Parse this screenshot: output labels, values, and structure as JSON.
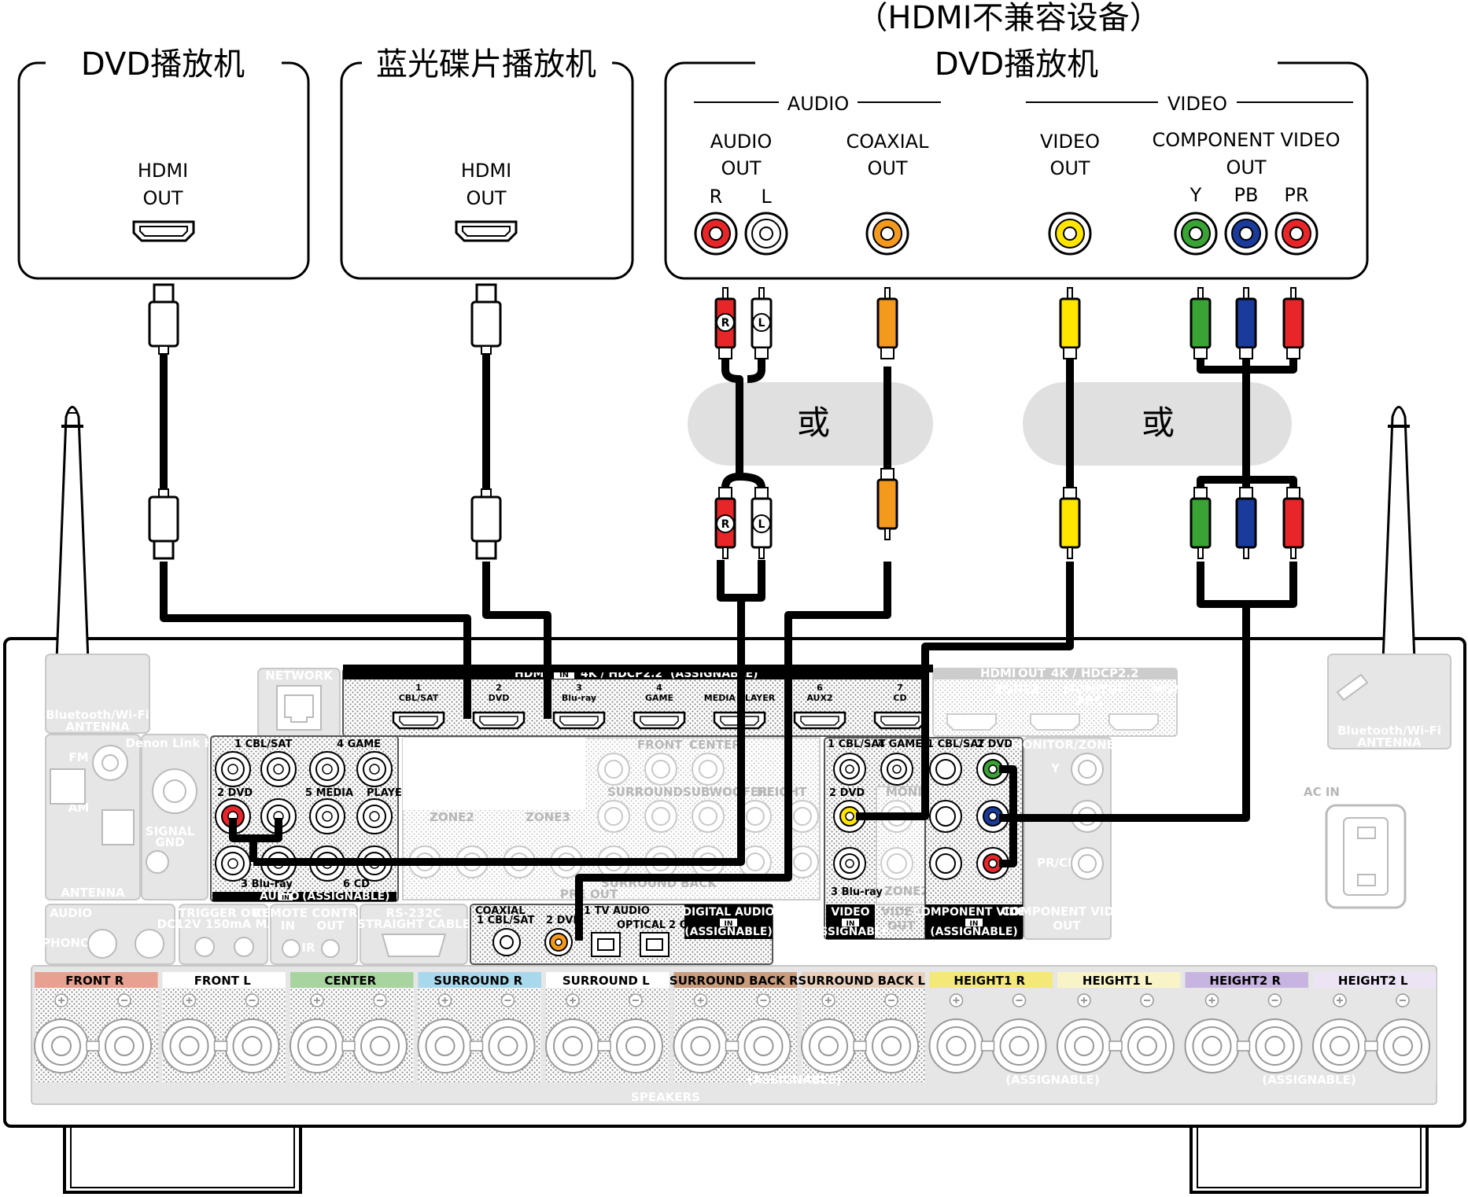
{
  "devices": {
    "dvd1": {
      "title": "DVD播放机",
      "port_label_1": "HDMI",
      "port_label_2": "OUT"
    },
    "bluray": {
      "title": "蓝光碟片播放机",
      "port_label_1": "HDMI",
      "port_label_2": "OUT"
    },
    "dvd_legacy": {
      "title_line1": "（HDMI不兼容设备）",
      "title_line2": "DVD播放机",
      "audio_section": "AUDIO",
      "video_section": "VIDEO",
      "audio_out_1": "AUDIO",
      "audio_out_2": "OUT",
      "coaxial_1": "COAXIAL",
      "coaxial_2": "OUT",
      "video_out_1": "VIDEO",
      "video_out_2": "OUT",
      "component_1": "COMPONENT VIDEO",
      "component_2": "OUT",
      "ch_r": "R",
      "ch_l": "L",
      "comp_y": "Y",
      "comp_pb": "PB",
      "comp_pr": "PR"
    }
  },
  "or_label": "或",
  "plug_marks": {
    "r": "R",
    "l": "L"
  },
  "receiver": {
    "hdmi_in_header": "HDMI",
    "hdmi_in_badge": "IN",
    "hdmi_in_spec": "4K / HDCP2.2",
    "assignable": "(ASSIGNABLE)",
    "hdmi_inputs": [
      {
        "num": "1",
        "name": "CBL/SAT"
      },
      {
        "num": "2",
        "name": "DVD"
      },
      {
        "num": "3",
        "name": "Blu-ray"
      },
      {
        "num": "4",
        "name": "GAME"
      },
      {
        "num": "5",
        "name": "MEDIA PLAYER"
      },
      {
        "num": "6",
        "name": "AUX2"
      },
      {
        "num": "7",
        "name": "CD"
      }
    ],
    "hdmi_out_header": "HDMI",
    "hdmi_out_badge": "OUT",
    "hdmi_out_spec": "4K / HDCP2.2",
    "hdmi_out_zone2": "ZONE2",
    "hdmi_out_monitor": "MONITOR",
    "hdmi_out_arc": "ARC",
    "network": "NETWORK",
    "bt_antenna_1": "Bluetooth/Wi-Fi",
    "bt_antenna_2": "ANTENNA",
    "antenna": "ANTENNA",
    "fm": "FM",
    "am": "AM",
    "denon_link": "Denon Link HD",
    "signal_gnd_1": "SIGNAL",
    "signal_gnd_2": "GND",
    "audio_in_title": "AUDIO",
    "audio_in_badge": "IN",
    "audio_in_r1": "1 CBL/SAT",
    "audio_in_r2": "4 GAME",
    "audio_in_dvd": "2 DVD",
    "audio_in_media": "5 MEDIA",
    "audio_in_player": "PLAYER",
    "audio_in_bluray": "3 Blu-ray",
    "audio_in_cd": "6 CD",
    "phono_title": "AUDIO",
    "phono": "PHONO",
    "trigger_out": "TRIGGER OUT",
    "trigger_spec": "DC12V 150mA MAX.",
    "remote_control": "REMOTE CONTROL",
    "remote_in": "IN",
    "remote_out": "OUT",
    "remote_ir": "IR",
    "rs232c": "RS-232C",
    "straight_cable": "STRAIGHT CABLE",
    "preout_front": "FRONT",
    "preout_center": "CENTER",
    "preout_surround": "SURROUND",
    "preout_subwoofer": "SUBWOOFER",
    "preout_height": "HEIGHT",
    "preout_zone2": "ZONE2",
    "preout_zone3": "ZONE3",
    "preout_surround_back": "SURROUND BACK",
    "preout_label": "PRE OUT",
    "digital_coaxial": "COAXIAL",
    "digital_cblsat": "1 CBL/SAT",
    "digital_dvd": "2 DVD",
    "digital_tv": "1 TV AUDIO",
    "digital_optical": "OPTICAL",
    "digital_cd": "2 CD",
    "digital_audio": "DIGITAL AUDIO",
    "digital_in": "IN",
    "video_in_cblsat": "1 CBL/SAT",
    "video_in_game": "4 GAME",
    "video_in_dvd": "2 DVD",
    "video_in_bluray": "3 Blu-ray",
    "video_in_title": "VIDEO",
    "video_in_badge": "IN",
    "video_monitor": "MONITOR",
    "video_zone2": "ZONE2",
    "video_out_title": "VIDEO",
    "video_out_badge": "OUT",
    "comp_in_cblsat": "1 CBL/SAT",
    "comp_in_dvd": "2 DVD",
    "comp_in_title": "COMPONENT VIDEO",
    "comp_in_badge": "IN",
    "comp_out_header": "MONITOR/ZONE2",
    "comp_out_y": "Y",
    "comp_out_pr": "PR/CR",
    "comp_out_title": "COMPONENT VIDEO",
    "comp_out_badge": "OUT",
    "ac_in": "AC IN",
    "speakers": "SPEAKERS",
    "speaker_labels": [
      {
        "text": "FRONT",
        "ch": "R",
        "color": "#e8a090"
      },
      {
        "text": "FRONT",
        "ch": "L",
        "color": "#ffffff"
      },
      {
        "text": "CENTER",
        "ch": "",
        "color": "#a8d4a0"
      },
      {
        "text": "SURROUND",
        "ch": "R",
        "color": "#a8d8ec"
      },
      {
        "text": "SURROUND",
        "ch": "L",
        "color": "#ffffff"
      },
      {
        "text": "SURROUND BACK",
        "ch": "R",
        "color": "#c89c7c"
      },
      {
        "text": "SURROUND BACK",
        "ch": "L",
        "color": "#e8d0bc"
      },
      {
        "text": "HEIGHT1",
        "ch": "R",
        "color": "#f4e878"
      },
      {
        "text": "HEIGHT1",
        "ch": "L",
        "color": "#f8f4c8"
      },
      {
        "text": "HEIGHT2",
        "ch": "R",
        "color": "#c8b4e0"
      },
      {
        "text": "HEIGHT2",
        "ch": "L",
        "color": "#ece4f4"
      }
    ]
  },
  "colors": {
    "red": "#e8262a",
    "white": "#ffffff",
    "orange": "#f39a1e",
    "yellow": "#ffe600",
    "green": "#3aa335",
    "blue": "#1a3a9c",
    "panel_gray": "#e6e6e6"
  }
}
